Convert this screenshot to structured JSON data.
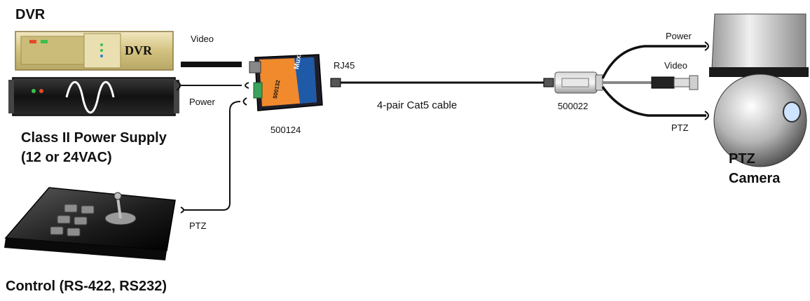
{
  "labels": {
    "dvr_title": "DVR",
    "dvr_badge": "DVR",
    "video_left": "Video",
    "power_left": "Power",
    "ptz_left": "PTZ",
    "rj45": "RJ45",
    "cable": "4-pair Cat5 cable",
    "model_hub": "500124",
    "model_balun": "500022",
    "power_right": "Power",
    "video_right": "Video",
    "ptz_right": "PTZ",
    "psu_line1": "Class II Power Supply",
    "psu_line2": "(12 or 24VAC)",
    "camera_line1": "PTZ",
    "camera_line2": "Camera",
    "control": "Control (RS-422, RS232)",
    "brand": "MuxLab",
    "hub_inner_model": "500132"
  },
  "colors": {
    "hub_orange": "#f08a2c",
    "hub_blue": "#1e5aa8",
    "terminal_green": "#3aa35a",
    "dvr_tan": "#d9c98a",
    "cable_black": "#111111"
  },
  "icons": {
    "psu_wave": "sine-wave-icon",
    "joystick": "joystick-icon",
    "camera": "ptz-dome-camera-icon"
  }
}
